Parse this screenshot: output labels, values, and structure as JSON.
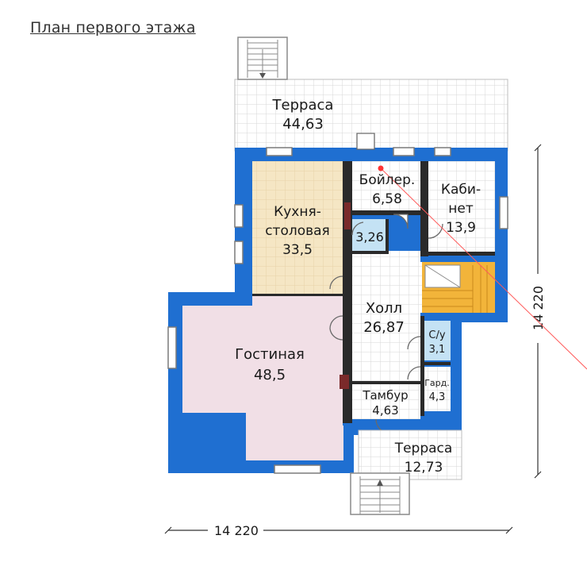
{
  "header": {
    "title": "План первого этажа"
  },
  "rooms": {
    "terrace_top": {
      "name": "Терраса",
      "area": "44,63"
    },
    "boiler": {
      "name": "Бойлер.",
      "area": "6,58"
    },
    "study": {
      "name1": "Каби-",
      "name2": "нет",
      "area": "13,9"
    },
    "kitchen": {
      "name1": "Кухня-",
      "name2": "столовая",
      "area": "33,5"
    },
    "bath": {
      "area": "3,26"
    },
    "hall": {
      "name": "Холл",
      "area": "26,87"
    },
    "wc": {
      "name": "С/у",
      "area": "3,1"
    },
    "wardrobe": {
      "name": "Гард.",
      "area": "4,3"
    },
    "living": {
      "name": "Гостиная",
      "area": "48,5"
    },
    "vestibule": {
      "name": "Тамбур",
      "area": "4,63"
    },
    "terrace_bottom": {
      "name": "Терраса",
      "area": "12,73"
    }
  },
  "dimensions": {
    "width": "14 220",
    "height": "14 220"
  },
  "colors": {
    "wall": "#1f6fd1",
    "kitchen": "#f5e6c4",
    "living": "#f1dfe6",
    "bath": "#c4e2f4",
    "stairs": "#f2b43a",
    "grid": "#d7d7d7"
  }
}
